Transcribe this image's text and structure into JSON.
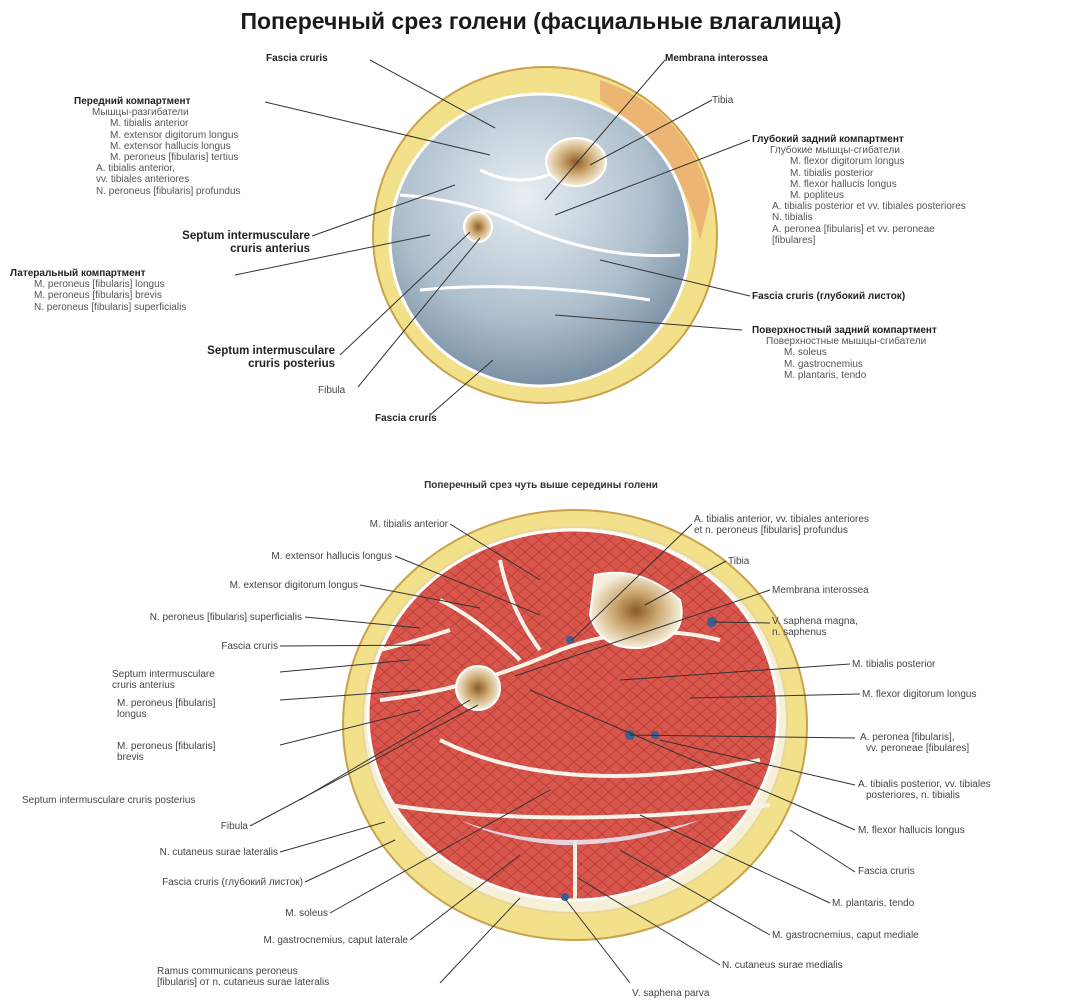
{
  "title": "Поперечный срез голени (фасциальные влагалища)",
  "subtitle": "Поперечный срез чуть выше середины голени",
  "top": {
    "fascia_cruris_top": "Fascia cruris",
    "membrana_interossea": "Membrana interossea",
    "tibia": "Tibia",
    "anterior": {
      "heading": "Передний компартмент",
      "sub": "Мышцы-разгибатели",
      "items": [
        "M. tibialis anterior",
        "M. extensor digitorum longus",
        "M. extensor hallucis longus",
        "M. peroneus [fibularis] tertius"
      ],
      "vessels": [
        "A. tibialis anterior,",
        "vv. tibiales anteriores",
        "N. peroneus [fibularis] profundus"
      ]
    },
    "septum_anterius": [
      "Septum intermusculare",
      "cruris anterius"
    ],
    "lateral": {
      "heading": "Латеральный компартмент",
      "items": [
        "M. peroneus [fibularis] longus",
        "M. peroneus [fibularis] brevis",
        "N. peroneus [fibularis] superficialis"
      ]
    },
    "septum_posterius": [
      "Septum intermusculare",
      "cruris posterius"
    ],
    "fibula": "Fibula",
    "fascia_cruris_bottom": "Fascia cruris",
    "deep_posterior": {
      "heading": "Глубокий задний компартмент",
      "sub": "Глубокие мышцы-сгибатели",
      "items": [
        "M. flexor digitorum longus",
        "M. tibialis posterior",
        "M. flexor hallucis longus",
        "M. popliteus"
      ],
      "vessels": [
        "A. tibialis posterior et vv. tibiales posteriores",
        "N. tibialis",
        "A. peronea [fibularis] et vv. peroneae",
        "[fibulares]"
      ]
    },
    "fascia_deep": "Fascia cruris (глубокий листок)",
    "superficial_posterior": {
      "heading": "Поверхностный задний компартмент",
      "sub": "Поверхностные мышцы-сгибатели",
      "items": [
        "M. soleus",
        "M. gastrocnemius",
        "M. plantaris, tendo"
      ]
    }
  },
  "bottom": {
    "left_labels": [
      "M. tibialis anterior",
      "M. extensor hallucis longus",
      "M. extensor digitorum longus",
      "N. peroneus [fibularis] superficialis",
      "Fascia cruris",
      "Septum intermusculare",
      "cruris anterius",
      "M. peroneus [fibularis]",
      "longus",
      "M. peroneus [fibularis]",
      "brevis",
      "Septum intermusculare cruris posterius",
      "Fibula",
      "N. cutaneus surae lateralis",
      "Fascia cruris (глубокий листок)",
      "M. soleus",
      "M. gastrocnemius, caput laterale",
      "Ramus communicans peroneus",
      "[fibularis] от n. cutaneus surae lateralis"
    ],
    "right_labels": [
      "A. tibialis anterior, vv. tibiales anteriores",
      "et n. peroneus [fibularis] profundus",
      "Tibia",
      "Membrana interossea",
      "V. saphena magna,",
      "n. saphenus",
      "M. tibialis posterior",
      "M. flexor digitorum longus",
      "A. peronea [fibularis],",
      "vv. peroneae [fibulares]",
      "A. tibialis posterior, vv. tibiales",
      "posteriores, n. tibialis",
      "M. flexor hallucis longus",
      "Fascia cruris",
      "M. plantaris, tendo",
      "M. gastrocnemius, caput mediale",
      "N. cutaneus surae medialis",
      "V. saphena parva"
    ]
  },
  "colors": {
    "skin_fat": "#f2e08a",
    "compartment_blue": "#b9c9d6",
    "muscle_red": "#d9574e",
    "bone": "#f3ead2"
  }
}
